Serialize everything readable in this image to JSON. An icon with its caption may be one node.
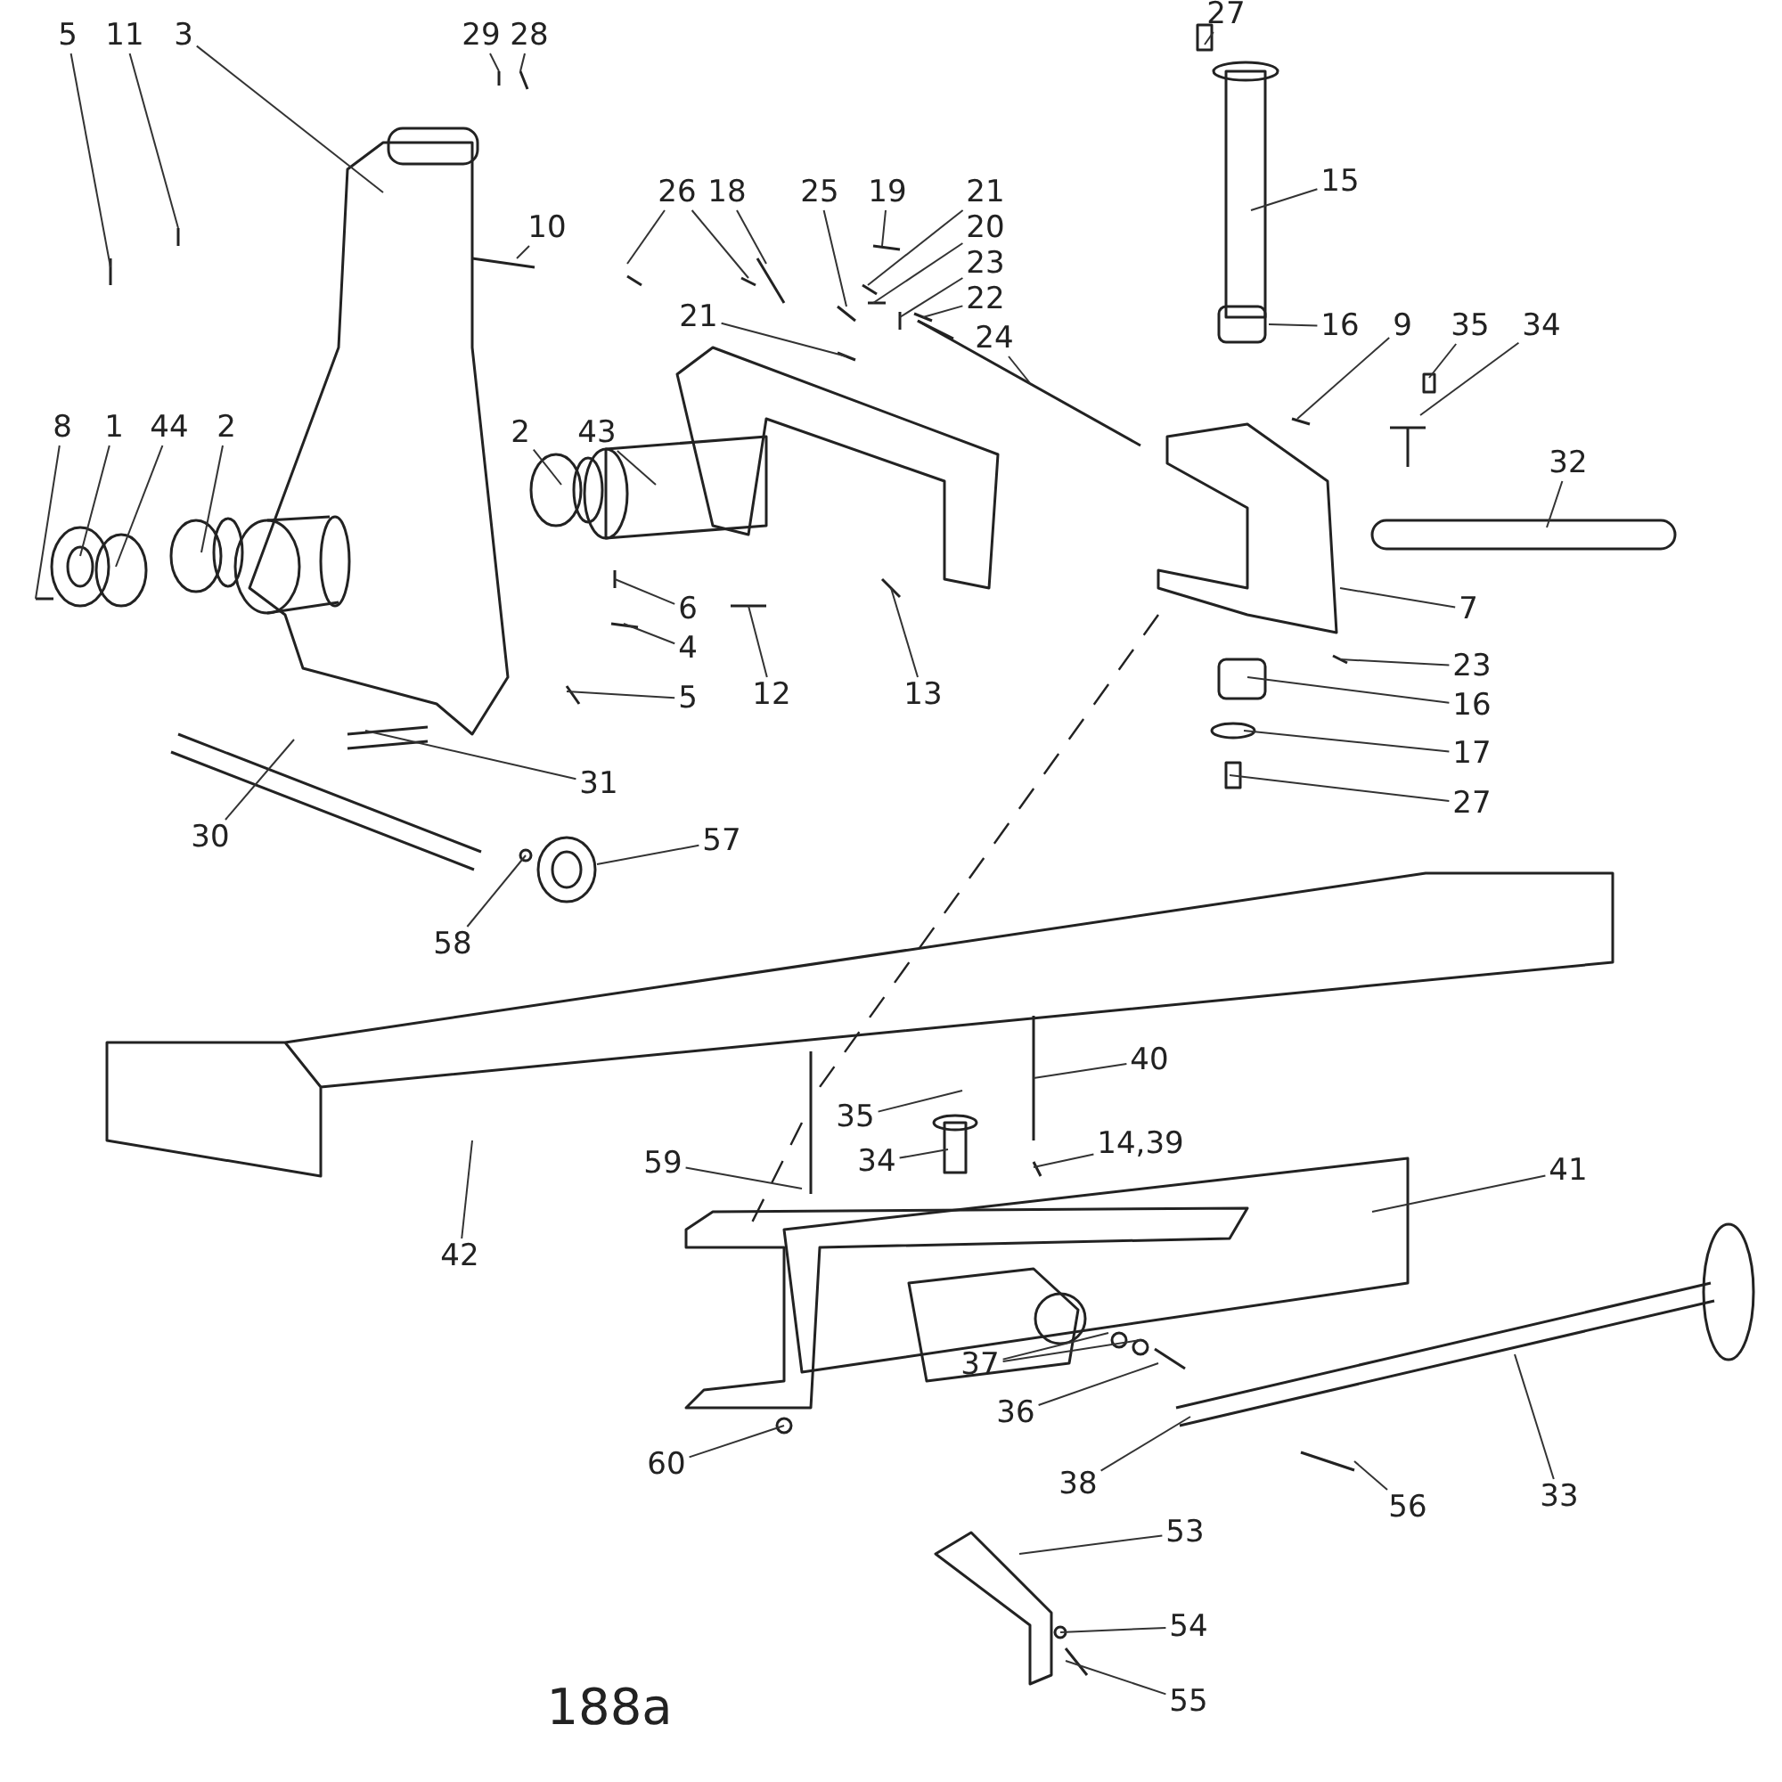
{
  "diagram": {
    "nodes": [
      {
        "text": [
          "5"
        ]
      },
      {
        "text": [
          "11"
        ]
      },
      {
        "text": [
          "3"
        ]
      },
      {
        "text": [
          "29"
        ]
      },
      {
        "text": [
          "28"
        ]
      },
      {
        "text": [
          "10"
        ]
      },
      {
        "text": [
          "26"
        ]
      },
      {
        "text": [
          "18"
        ]
      },
      {
        "text": [
          "25"
        ]
      },
      {
        "text": [
          "19"
        ]
      },
      {
        "text": [
          "21"
        ]
      },
      {
        "text": [
          "20"
        ]
      },
      {
        "text": [
          "23"
        ]
      },
      {
        "text": [
          "22"
        ]
      },
      {
        "text": [
          "21"
        ]
      },
      {
        "text": [
          "24"
        ]
      },
      {
        "text": [
          "27"
        ]
      },
      {
        "text": [
          "15"
        ]
      },
      {
        "text": [
          "16"
        ]
      },
      {
        "text": [
          "9"
        ]
      },
      {
        "text": [
          "35"
        ]
      },
      {
        "text": [
          "34"
        ]
      },
      {
        "text": [
          "32"
        ]
      },
      {
        "text": [
          "8"
        ]
      },
      {
        "text": [
          "1"
        ]
      },
      {
        "text": [
          "44"
        ]
      },
      {
        "text": [
          "2"
        ]
      },
      {
        "text": [
          "2"
        ]
      },
      {
        "text": [
          "43"
        ]
      },
      {
        "text": [
          "6"
        ]
      },
      {
        "text": [
          "4"
        ]
      },
      {
        "text": [
          "5"
        ]
      },
      {
        "text": [
          "12"
        ]
      },
      {
        "text": [
          "13"
        ]
      },
      {
        "text": [
          "7"
        ]
      },
      {
        "text": [
          "23"
        ]
      },
      {
        "text": [
          "16"
        ]
      },
      {
        "text": [
          "17"
        ]
      },
      {
        "text": [
          "27"
        ]
      },
      {
        "text": [
          "31"
        ]
      },
      {
        "text": [
          "30"
        ]
      },
      {
        "text": [
          "57"
        ]
      },
      {
        "text": [
          "58"
        ]
      },
      {
        "text": [
          "40"
        ]
      },
      {
        "text": [
          "35"
        ]
      },
      {
        "text": [
          "34"
        ]
      },
      {
        "text": [
          "14,39"
        ]
      },
      {
        "text": [
          "59"
        ]
      },
      {
        "text": [
          "41"
        ]
      },
      {
        "text": [
          "42"
        ]
      },
      {
        "text": [
          "37"
        ]
      },
      {
        "text": [
          "36"
        ]
      },
      {
        "text": [
          "38"
        ]
      },
      {
        "text": [
          "60"
        ]
      },
      {
        "text": [
          "56"
        ]
      },
      {
        "text": [
          "33"
        ]
      },
      {
        "text": [
          "53"
        ]
      },
      {
        "text": [
          "54"
        ]
      },
      {
        "text": [
          "55"
        ]
      }
    ],
    "edges": [
      {
        "from": 0,
        "to": null,
        "arrow": "none"
      },
      {
        "from": 1,
        "to": null,
        "arrow": "none"
      },
      {
        "from": 2,
        "to": null,
        "arrow": "none"
      },
      {
        "from": 3,
        "to": null,
        "arrow": "none"
      },
      {
        "from": 4,
        "to": null,
        "arrow": "none"
      },
      {
        "from": 5,
        "to": null,
        "arrow": "none"
      },
      {
        "from": 6,
        "to": null,
        "arrow": "none"
      },
      {
        "from": 6,
        "to": null,
        "arrow": "none"
      },
      {
        "from": 7,
        "to": null,
        "arrow": "none"
      },
      {
        "from": 8,
        "to": null,
        "arrow": "none"
      },
      {
        "from": 9,
        "to": null,
        "arrow": "none"
      },
      {
        "from": 10,
        "to": null,
        "arrow": "none"
      },
      {
        "from": 11,
        "to": null,
        "arrow": "none"
      },
      {
        "from": 12,
        "to": null,
        "arrow": "none"
      },
      {
        "from": 13,
        "to": null,
        "arrow": "none"
      },
      {
        "from": 14,
        "to": null,
        "arrow": "none"
      },
      {
        "from": 15,
        "to": null,
        "arrow": "none"
      },
      {
        "from": 16,
        "to": null,
        "arrow": "none"
      },
      {
        "from": 17,
        "to": null,
        "arrow": "none"
      },
      {
        "from": 18,
        "to": null,
        "arrow": "none"
      },
      {
        "from": 19,
        "to": null,
        "arrow": "none"
      },
      {
        "from": 20,
        "to": null,
        "arrow": "none"
      },
      {
        "from": 21,
        "to": null,
        "arrow": "none"
      },
      {
        "from": 22,
        "to": null,
        "arrow": "none"
      },
      {
        "from": 23,
        "to": null,
        "arrow": "none"
      },
      {
        "from": 24,
        "to": null,
        "arrow": "none"
      },
      {
        "from": 25,
        "to": null,
        "arrow": "none"
      },
      {
        "from": 26,
        "to": null,
        "arrow": "none"
      },
      {
        "from": 27,
        "to": null,
        "arrow": "none"
      },
      {
        "from": 28,
        "to": null,
        "arrow": "none"
      },
      {
        "from": 29,
        "to": null,
        "arrow": "none"
      },
      {
        "from": 30,
        "to": null,
        "arrow": "none"
      },
      {
        "from": 31,
        "to": null,
        "arrow": "none"
      },
      {
        "from": 32,
        "to": null,
        "arrow": "none"
      },
      {
        "from": 33,
        "to": null,
        "arrow": "none"
      },
      {
        "from": 34,
        "to": null,
        "arrow": "none"
      },
      {
        "from": 35,
        "to": null,
        "arrow": "none"
      },
      {
        "from": 36,
        "to": null,
        "arrow": "none"
      },
      {
        "from": 37,
        "to": null,
        "arrow": "none"
      },
      {
        "from": 38,
        "to": null,
        "arrow": "none"
      },
      {
        "from": 39,
        "to": null,
        "arrow": "none"
      },
      {
        "from": 40,
        "to": null,
        "arrow": "none"
      },
      {
        "from": 41,
        "to": null,
        "arrow": "none"
      },
      {
        "from": 42,
        "to": null,
        "arrow": "none"
      },
      {
        "from": 43,
        "to": null,
        "arrow": "none"
      },
      {
        "from": 44,
        "to": null,
        "arrow": "none"
      },
      {
        "from": 45,
        "to": null,
        "arrow": "none"
      },
      {
        "from": 46,
        "to": null,
        "arrow": "none"
      },
      {
        "from": 47,
        "to": null,
        "arrow": "none"
      },
      {
        "from": 48,
        "to": null,
        "arrow": "none"
      },
      {
        "from": 49,
        "to": null,
        "arrow": "none"
      },
      {
        "from": 50,
        "to": null,
        "arrow": "none"
      },
      {
        "from": 50,
        "to": null,
        "arrow": "none"
      },
      {
        "from": 51,
        "to": null,
        "arrow": "none"
      },
      {
        "from": 52,
        "to": null,
        "arrow": "none"
      },
      {
        "from": 53,
        "to": null,
        "arrow": "none"
      },
      {
        "from": 54,
        "to": null,
        "arrow": "none"
      },
      {
        "from": 55,
        "to": null,
        "arrow": "none"
      },
      {
        "from": 56,
        "to": null,
        "arrow": "none"
      },
      {
        "from": 57,
        "to": null,
        "arrow": "none"
      },
      {
        "from": 58,
        "to": null,
        "arrow": "none"
      }
    ],
    "labels": [
      "188a"
    ]
  }
}
